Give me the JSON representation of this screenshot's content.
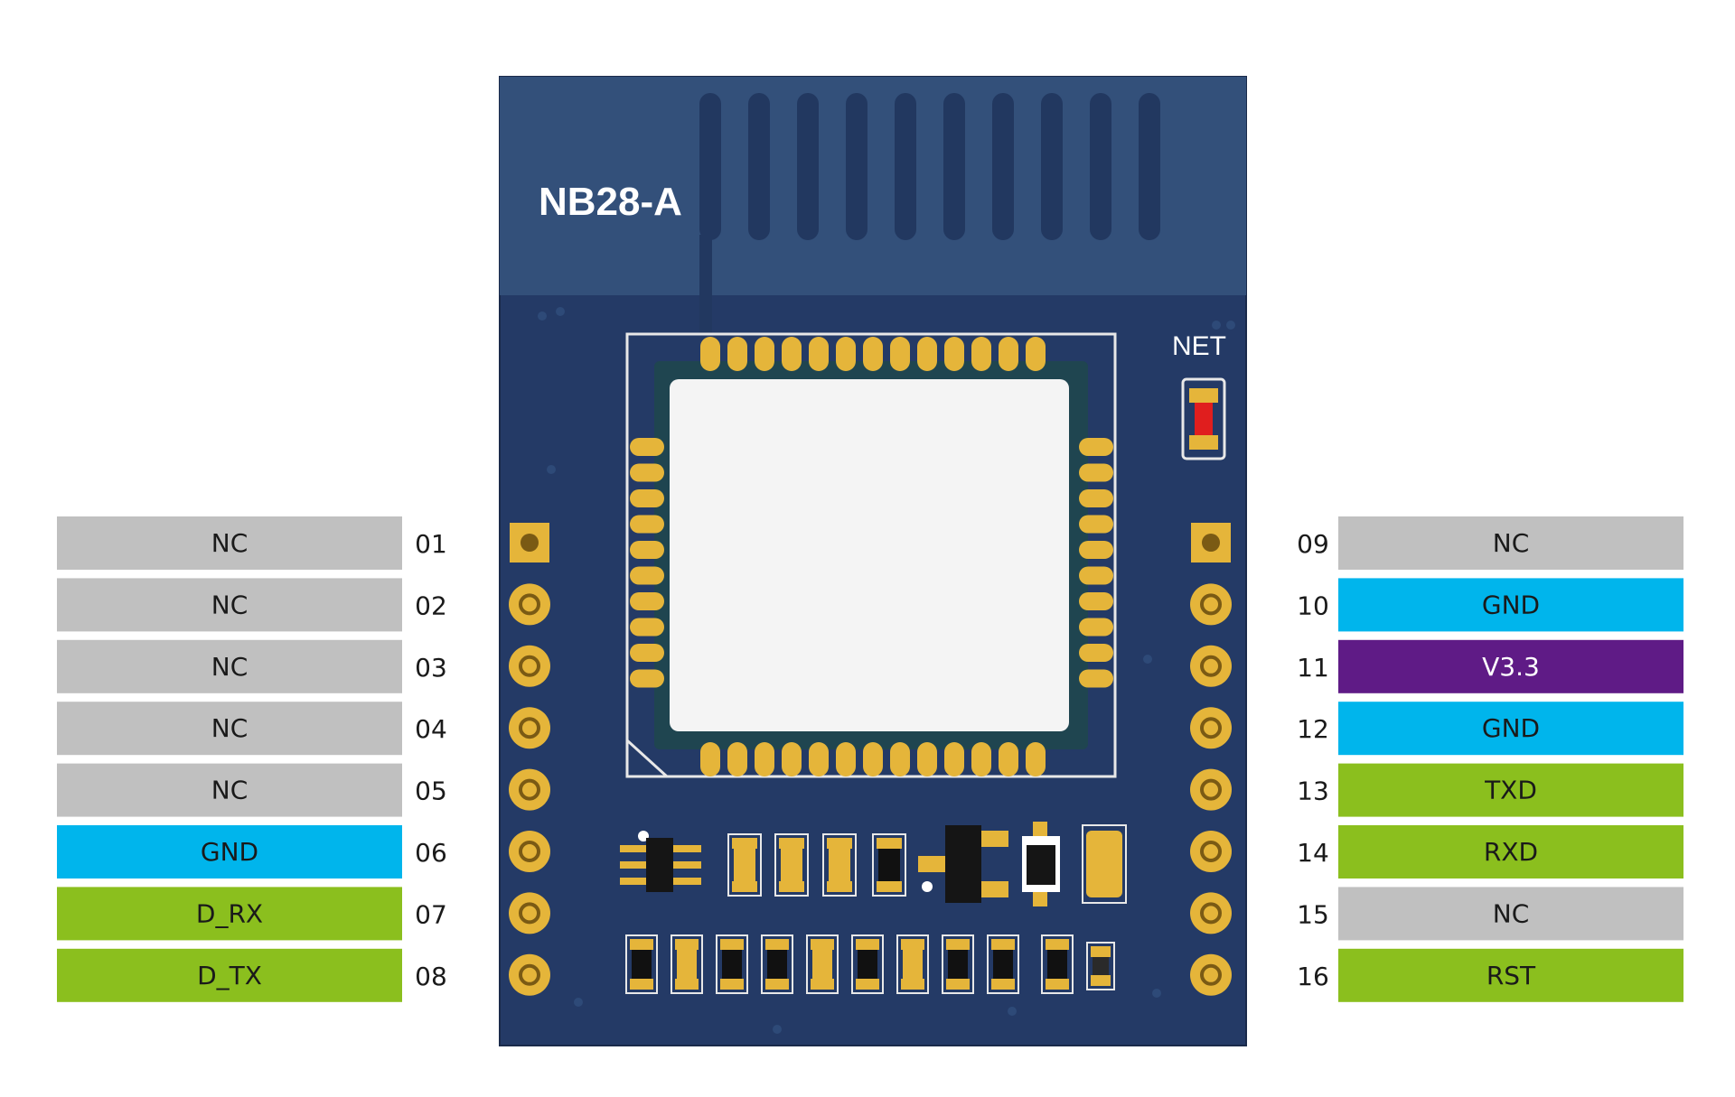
{
  "module": {
    "title": "NB28-A",
    "led_label": "NET",
    "board_color": "#243a66",
    "antenna_color": "#33507a"
  },
  "colors": {
    "NC": "#c0c0c0",
    "GND": "#00b5ec",
    "V3.3": "#5f1b86",
    "signal": "#8bbf1e",
    "text_light": "#ffffff",
    "text_dark": "#1a1a1a",
    "pad": "#e5b53a"
  },
  "pins": {
    "left": [
      {
        "num": "01",
        "name": "NC",
        "type": "NC"
      },
      {
        "num": "02",
        "name": "NC",
        "type": "NC"
      },
      {
        "num": "03",
        "name": "NC",
        "type": "NC"
      },
      {
        "num": "04",
        "name": "NC",
        "type": "NC"
      },
      {
        "num": "05",
        "name": "NC",
        "type": "NC"
      },
      {
        "num": "06",
        "name": "GND",
        "type": "GND"
      },
      {
        "num": "07",
        "name": "D_RX",
        "type": "signal"
      },
      {
        "num": "08",
        "name": "D_TX",
        "type": "signal"
      }
    ],
    "right": [
      {
        "num": "09",
        "name": "NC",
        "type": "NC"
      },
      {
        "num": "10",
        "name": "GND",
        "type": "GND"
      },
      {
        "num": "11",
        "name": "V3.3",
        "type": "V3.3"
      },
      {
        "num": "12",
        "name": "GND",
        "type": "GND"
      },
      {
        "num": "13",
        "name": "TXD",
        "type": "signal"
      },
      {
        "num": "14",
        "name": "RXD",
        "type": "signal"
      },
      {
        "num": "15",
        "name": "NC",
        "type": "NC"
      },
      {
        "num": "16",
        "name": "RST",
        "type": "signal"
      }
    ]
  }
}
